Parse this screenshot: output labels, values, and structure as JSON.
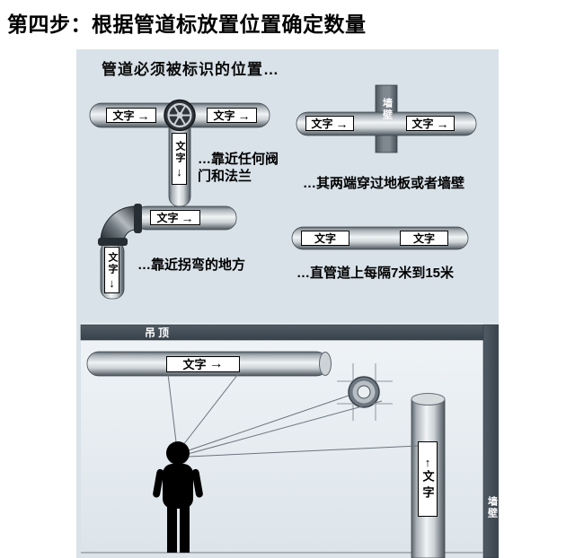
{
  "title": "第四步：根据管道标放置位置确定数量",
  "panel": {
    "heading": "管道必须被标识的位置…"
  },
  "marker": {
    "text": "文字"
  },
  "icons": {
    "arrow_right": "→",
    "arrow_down": "↓",
    "arrow_up": "↑"
  },
  "captions": {
    "valve_line1": "…靠近任何阀",
    "valve_line2": "门和法兰",
    "through_wall": "…其两端穿过地板或者墙壁",
    "bend": "…靠近拐弯的地方",
    "straight": "…直管道上每隔7米到15米"
  },
  "diagram_wall": {
    "label": "墙壁"
  },
  "scene": {
    "ceiling": "吊顶",
    "wall": "墙壁"
  },
  "colors": {
    "panel_bg": "#d9e2e9",
    "bar_dark": "#3c4650",
    "label_bg": "#ffffff",
    "label_border": "#000000"
  }
}
